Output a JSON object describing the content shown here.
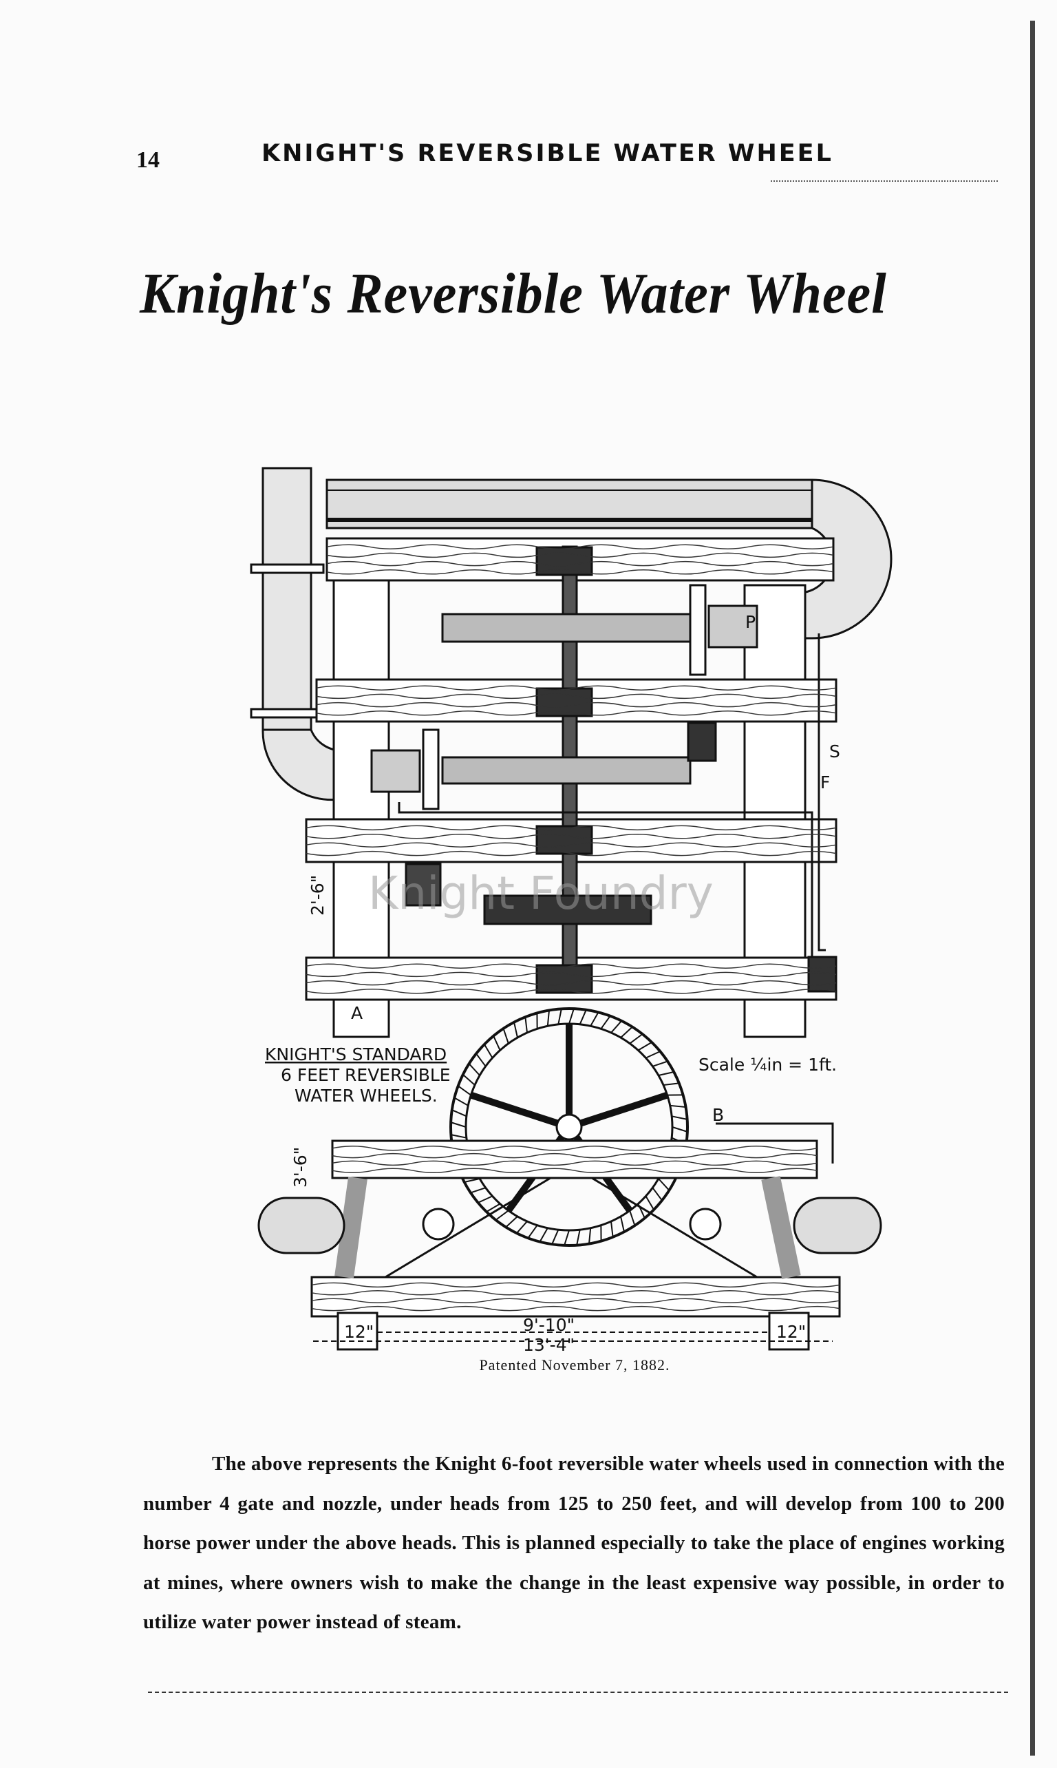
{
  "header": {
    "page_number": "14",
    "running_head": "KNIGHT'S REVERSIBLE WATER WHEEL"
  },
  "title": "Knight's Reversible Water Wheel",
  "figure": {
    "label_line1": "KNIGHT'S STANDARD",
    "label_line2": "6 FEET REVERSIBLE",
    "label_line3": "WATER WHEELS.",
    "scale": "Scale ¼in = 1ft.",
    "watermark": "Knight Foundry",
    "dimensions": {
      "inner_span": "9'-10\"",
      "outer_span": "13'-4\"",
      "timber": "12\"",
      "height_upper": "2'-6\"",
      "height_lower": "3'-6\""
    },
    "part_letters": [
      "A",
      "B",
      "S",
      "P",
      "F"
    ],
    "caption": "Patented November 7, 1882."
  },
  "body": {
    "paragraph": "The above represents the Knight 6-foot reversible water wheels used in connection with the number 4 gate and nozzle, under heads from 125 to 250 feet, and will develop from 100 to 200 horse power under the above heads. This is planned especially to take the place of engines working at mines, where owners wish to make the change in the least expensive way possible, in order to utilize water power instead of steam."
  },
  "colors": {
    "ink": "#111111",
    "paper": "#fbfbfb"
  }
}
